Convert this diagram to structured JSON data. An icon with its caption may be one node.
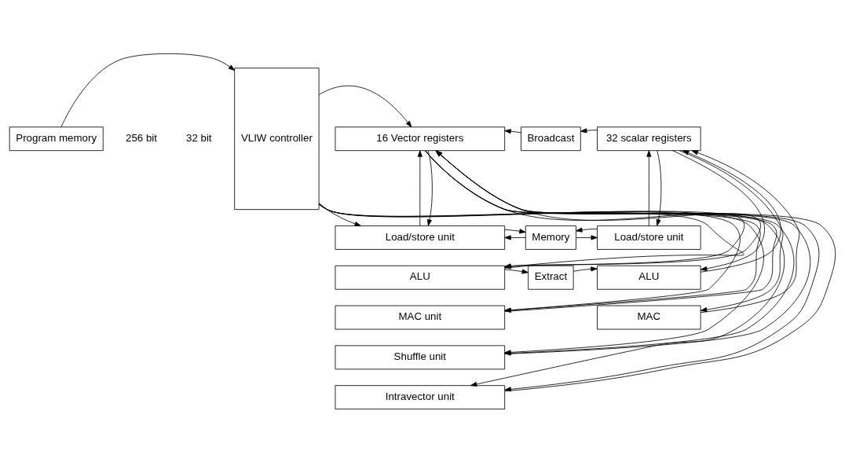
{
  "diagram": {
    "nodes": [
      {
        "text": [
          "Program memory"
        ]
      },
      {
        "text": [
          "VLIW controller"
        ]
      },
      {
        "text": [
          "16 Vector registers"
        ]
      },
      {
        "text": [
          "Broadcast"
        ]
      },
      {
        "text": [
          "32 scalar registers"
        ]
      },
      {
        "text": [
          "Load/store unit"
        ]
      },
      {
        "text": [
          "Memory"
        ]
      },
      {
        "text": [
          "Load/store unit"
        ]
      },
      {
        "text": [
          "ALU"
        ]
      },
      {
        "text": [
          "Extract"
        ]
      },
      {
        "text": [
          "ALU"
        ]
      },
      {
        "text": [
          "MAC unit"
        ]
      },
      {
        "text": [
          "MAC"
        ]
      },
      {
        "text": [
          "Shuffle unit"
        ]
      },
      {
        "text": [
          "Intravector unit"
        ]
      }
    ],
    "edges": [
      {
        "from": 0,
        "to": 1,
        "arrow": "to"
      },
      {
        "from": 1,
        "to": 2,
        "arrow": "to"
      },
      {
        "from": 1,
        "to": 5,
        "arrow": "to"
      },
      {
        "from": 1,
        "to": 8,
        "arrow": "to"
      },
      {
        "from": 1,
        "to": 11,
        "arrow": "to"
      },
      {
        "from": 1,
        "to": 13,
        "arrow": "to"
      },
      {
        "from": 1,
        "to": 14,
        "arrow": "to"
      },
      {
        "from": 4,
        "to": 3,
        "arrow": "to"
      },
      {
        "from": 3,
        "to": 2,
        "arrow": "to"
      },
      {
        "from": 6,
        "to": 5,
        "arrow": "to"
      },
      {
        "from": 5,
        "to": 6,
        "arrow": "to"
      },
      {
        "from": 6,
        "to": 7,
        "arrow": "to"
      },
      {
        "from": 7,
        "to": 6,
        "arrow": "to"
      },
      {
        "from": 8,
        "to": 9,
        "arrow": "to"
      },
      {
        "from": 9,
        "to": 10,
        "arrow": "to"
      },
      {
        "from": 5,
        "to": 2,
        "arrow": "to"
      },
      {
        "from": 8,
        "to": 2,
        "arrow": "to"
      },
      {
        "from": 11,
        "to": 2,
        "arrow": "to"
      },
      {
        "from": 13,
        "to": 2,
        "arrow": "to"
      },
      {
        "from": 14,
        "to": 2,
        "arrow": "to"
      },
      {
        "from": 2,
        "to": 5,
        "arrow": "to"
      },
      {
        "from": 2,
        "to": 8,
        "arrow": "to"
      },
      {
        "from": 2,
        "to": 11,
        "arrow": "to"
      },
      {
        "from": 2,
        "to": 13,
        "arrow": "to"
      },
      {
        "from": 2,
        "to": 14,
        "arrow": "to"
      },
      {
        "from": 7,
        "to": 4,
        "arrow": "to"
      },
      {
        "from": 10,
        "to": 4,
        "arrow": "to"
      },
      {
        "from": 12,
        "to": 4,
        "arrow": "to"
      },
      {
        "from": 4,
        "to": 7,
        "arrow": "to"
      },
      {
        "from": 4,
        "to": 10,
        "arrow": "to"
      },
      {
        "from": 4,
        "to": 12,
        "arrow": "to"
      }
    ],
    "labels": [
      "256 bit",
      "32 bit"
    ]
  }
}
